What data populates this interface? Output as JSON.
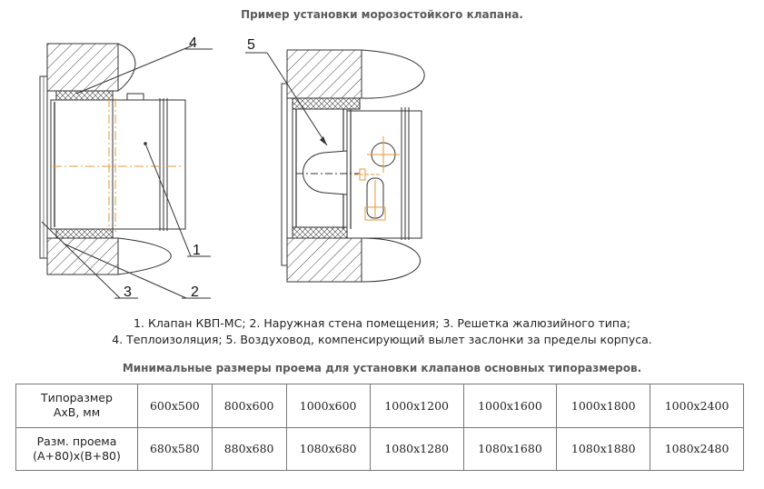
{
  "title": "Пример установки морозостойкого клапана.",
  "callouts": [
    "1",
    "2",
    "3",
    "4",
    "5"
  ],
  "legend": {
    "line1": "1. Клапан КВП-МС; 2. Наружная стена помещения; 3. Решетка жалюзийного типа;",
    "line2": "4. Теплоизоляция; 5. Воздуховод, компенсирующий вылет заслонки за пределы корпуса."
  },
  "table": {
    "title": "Минимальные размеры проема для установки клапанов основных типоразмеров.",
    "row1_head_line1": "Типоразмер",
    "row1_head_line2": "АхВ, мм",
    "row2_head_line1": "Разм. проема",
    "row2_head_line2": "(А+80)х(В+80)",
    "sizes": [
      "600х500",
      "800х600",
      "1000х600",
      "1000х1200",
      "1000х1600",
      "1000х1800",
      "1000х2400"
    ],
    "openings": [
      "680х580",
      "880х680",
      "1080х680",
      "1080х1280",
      "1080х1680",
      "1080х1880",
      "1080х2480"
    ]
  }
}
